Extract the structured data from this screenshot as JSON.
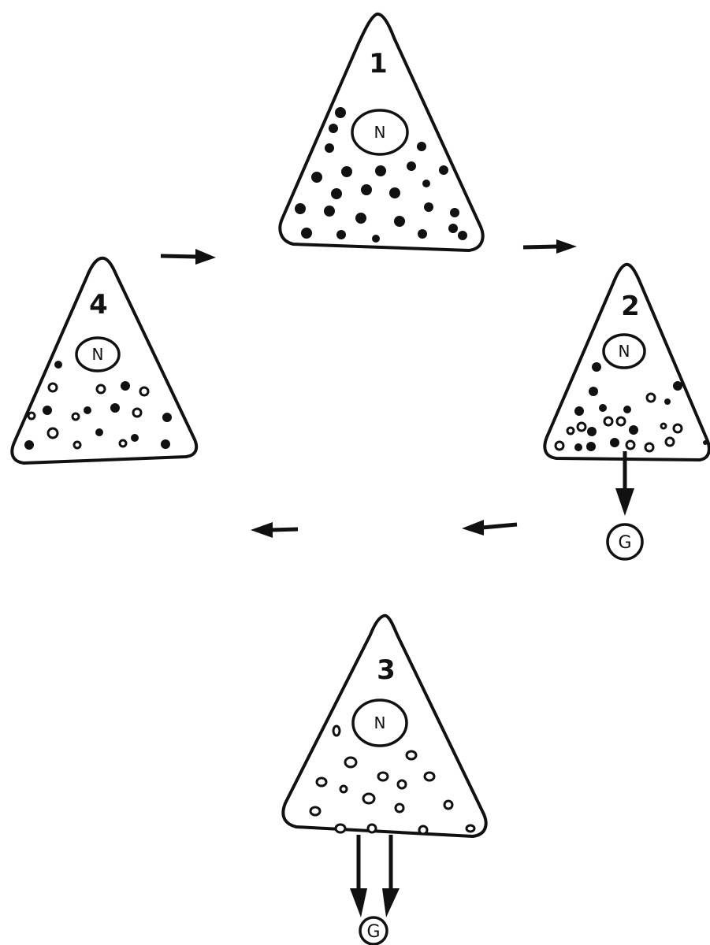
{
  "stages": [
    {
      "number": "1",
      "nucleus": "N"
    },
    {
      "number": "2",
      "nucleus": "N",
      "output": "G"
    },
    {
      "number": "3",
      "nucleus": "N",
      "output": "G"
    },
    {
      "number": "4",
      "nucleus": "N"
    }
  ],
  "colors": {
    "ink": "#111111",
    "background": "#ffffff"
  }
}
